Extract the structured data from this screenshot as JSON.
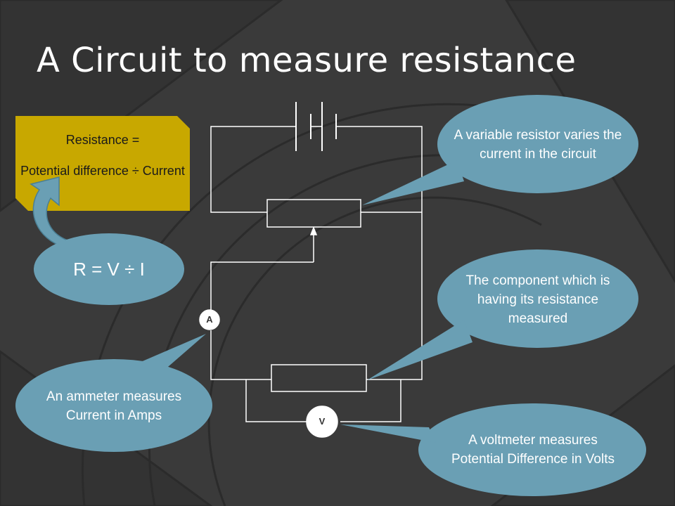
{
  "title": "A Circuit to measure resistance",
  "formula_box": {
    "line1": "Resistance =",
    "line2": "Potential difference ÷ Current"
  },
  "equation": "R = V ÷ I",
  "callouts": {
    "variable_resistor": "A variable resistor varies the current  in the circuit",
    "component": "The component which is having its resistance measured",
    "ammeter": "An ammeter measures Current in Amps",
    "voltmeter": "A voltmeter measures Potential Difference in Volts"
  },
  "meters": {
    "ammeter": "A",
    "voltmeter": "V"
  },
  "colors": {
    "background": "#3a3a3a",
    "callout_fill": "#6a9fb4",
    "formula_fill": "#c8a800",
    "arrow_fill": "#6a9fb4",
    "circuit": "#ffffff"
  }
}
